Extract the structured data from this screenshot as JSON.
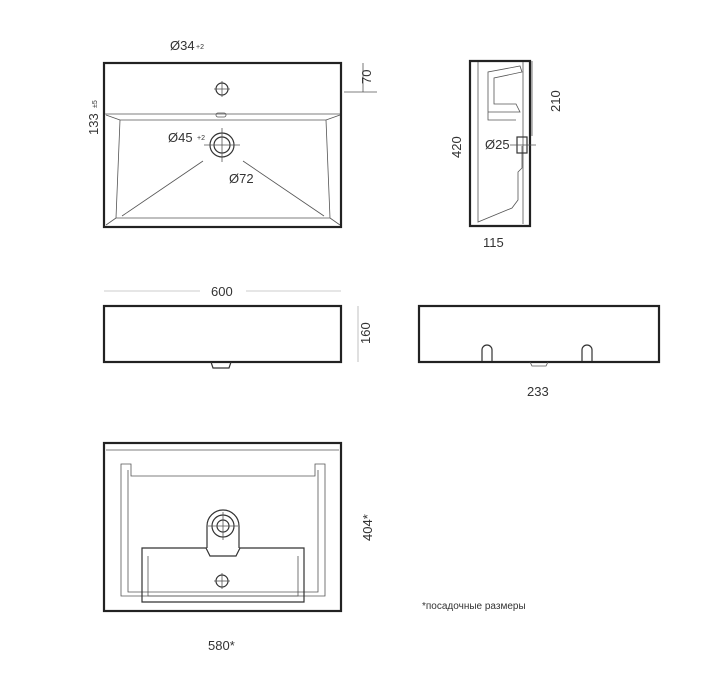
{
  "drawing": {
    "top_view": {
      "dim_tap_hole": "Ø34",
      "dim_tap_hole_tol": "+2",
      "dim_rim": "70",
      "dim_depth": "133",
      "dim_depth_tol": "±5",
      "dim_drain": "Ø45",
      "dim_drain_tol": "+2",
      "dim_bowl_drain": "Ø72"
    },
    "side_view": {
      "dim_overall_depth": "420",
      "dim_tap_height": "210",
      "dim_overflow": "Ø25",
      "dim_wall": "115"
    },
    "front_view": {
      "dim_width": "600",
      "dim_height": "160"
    },
    "back_view": {
      "dim_mount": "233"
    },
    "mounting_view": {
      "dim_mount_depth": "404*",
      "dim_mount_width": "580*"
    },
    "footnote": "*посадочные размеры"
  }
}
